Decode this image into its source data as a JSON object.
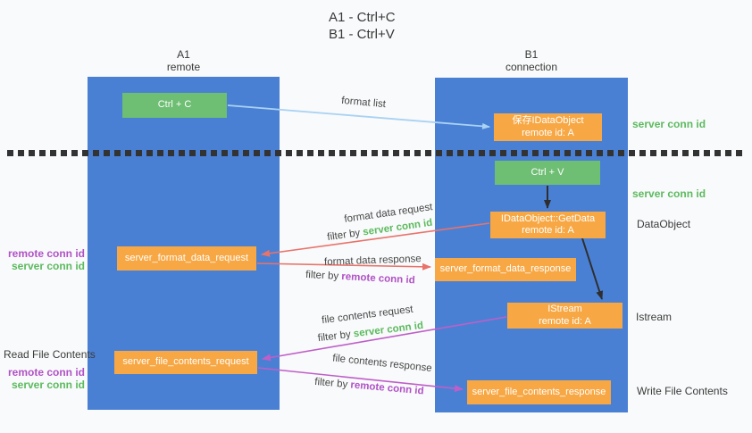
{
  "title": {
    "line1": "A1 - Ctrl+C",
    "line2": "B1 - Ctrl+V"
  },
  "lifelines": {
    "left": {
      "name": "A1",
      "role": "remote"
    },
    "right": {
      "name": "B1",
      "role": "connection"
    }
  },
  "nodes": {
    "ctrl_c": {
      "label": "Ctrl + C"
    },
    "ctrl_v": {
      "label": "Ctrl + V"
    },
    "save_dataobject": {
      "line1": "保存IDataObject",
      "line2": "remote id: A"
    },
    "getdata": {
      "line1": "IDataObject::GetData",
      "line2": "remote id: A"
    },
    "istream": {
      "line1": "IStream",
      "line2": "remote id: A"
    },
    "format_request": {
      "label": "server_format_data_request"
    },
    "format_response": {
      "label": "server_format_data_response"
    },
    "file_request": {
      "label": "server_file_contents_request"
    },
    "file_response": {
      "label": "server_file_contents_response"
    }
  },
  "edge_labels": {
    "format_list": "format list",
    "format_request": {
      "text": "format data request",
      "filter_prefix": "filter by ",
      "filter_key": "server conn id"
    },
    "format_response": {
      "text": "format data response",
      "filter_prefix": "filter by ",
      "filter_key": "remote conn id"
    },
    "file_request": {
      "text": "file contents request",
      "filter_prefix": "filter by ",
      "filter_key": "server conn id"
    },
    "file_response": {
      "text": "file contents response",
      "filter_prefix": "filter by ",
      "filter_key": "remote conn id"
    }
  },
  "side_labels": {
    "right_server_conn_top": "server conn id",
    "right_server_conn_mid": "server conn id",
    "right_dataobject": "DataObject",
    "right_istream": "Istream",
    "right_write_file": "Write File Contents",
    "left_remote_conn_top": "remote conn id",
    "left_server_conn_top": "server conn id",
    "left_read_file": "Read File Contents",
    "left_remote_conn_bottom": "remote conn id",
    "left_server_conn_bottom": "server conn id"
  },
  "colors": {
    "lifeline_blue": "#4A80D4",
    "action_green": "#6EBE73",
    "node_orange": "#F7A743",
    "server_conn_green": "#5CBA5F",
    "remote_conn_purple": "#B052C6",
    "format_arrow_red": "#E8736B",
    "file_arrow_magenta": "#BE5FC8",
    "format_list_arrow_blue": "#A9D2F3",
    "control_arrow_black": "#2E2E2E",
    "text_dark": "#3B3B3B",
    "background": "#F9FAFB"
  }
}
